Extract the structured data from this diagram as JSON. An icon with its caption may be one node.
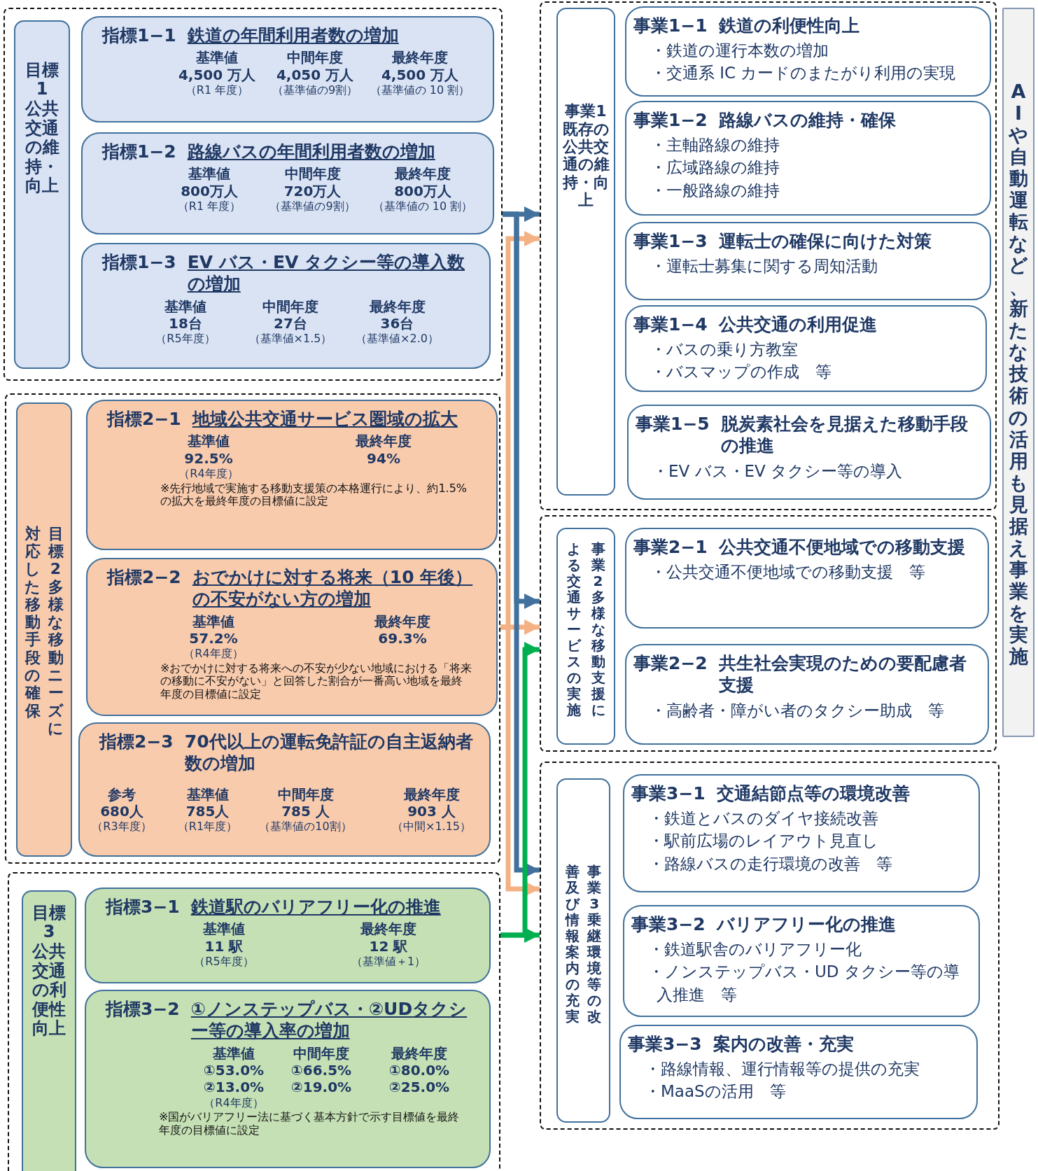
{
  "diagram": {
    "nodes": [
      {
        "text": [],
        "shape": "box"
      },
      {
        "text": [
          "目標1　公共交通の維持・向上"
        ],
        "in": 0
      },
      {
        "text": [
          "指標1−1",
          "鉄道の年間利用者数の増加",
          "基準値",
          "4,500 万人",
          "（R1 年度）",
          "中間年度",
          "4,050 万人",
          "（基準値の9割）",
          "最終年度",
          "4,500 万人",
          "（基準値の 10 割）"
        ],
        "in": 0
      },
      {
        "text": [
          "指標1−2",
          "路線バスの年間利用者数の増加",
          "基準値",
          "800万人",
          "（R1 年度）",
          "中間年度",
          "720万人",
          "（基準値の9割）",
          "最終年度",
          "800万人",
          "（基準値の 10 割）"
        ],
        "in": 0
      },
      {
        "text": [
          "指標1−3",
          "EV バス・EV タクシー等の導入数の増加",
          "基準値",
          "18台",
          "（R5年度）",
          "中間年度",
          "27台",
          "（基準値×1.5）",
          "最終年度",
          "36台",
          "（基準値×2.0）"
        ],
        "in": 0
      },
      {
        "text": [],
        "shape": "box"
      },
      {
        "text": [
          "目標2　多様な移動ニーズに対応した移動手段の確保"
        ],
        "in": 5
      },
      {
        "text": [
          "指標2−1",
          "地域公共交通サービス圏域の拡大",
          "基準値",
          "92.5%",
          "（R4年度）",
          "最終年度",
          "94%",
          "※先行地域で実施する移動支援策の本格運行により、約1.5%の拡大を最終年度の目標値に設定"
        ],
        "in": 5
      },
      {
        "text": [
          "指標2−2",
          "おでかけに対する将来（10 年後）の不安がない方の増加",
          "基準値",
          "57.2%",
          "（R4年度）",
          "最終年度",
          "69.3%",
          "※おでかけに対する将来への不安が少ない地域における「将来の移動に不安がない」と回答した割合が一番高い地域を最終年度の目標値に設定"
        ],
        "in": 5
      },
      {
        "text": [
          "指標2−3",
          "70代以上の運転免許証の自主返納者数の増加",
          "参考",
          "680人",
          "（R3年度）",
          "基準値",
          "785人",
          "（R1年度）",
          "中間年度",
          "785 人",
          "（基準値の10割）",
          "最終年度",
          "903 人",
          "（中間×1.15）"
        ],
        "in": 5
      },
      {
        "text": [],
        "shape": "box"
      },
      {
        "text": [
          "目標3　公共交通の利便性向上"
        ],
        "in": 10
      },
      {
        "text": [
          "指標3−1",
          "鉄道駅のバリアフリー化の推進",
          "基準値",
          "11 駅",
          "（R5年度）",
          "最終年度",
          "12 駅",
          "（基準値＋1）"
        ],
        "in": 10
      },
      {
        "text": [
          "指標3−2",
          "①ノンステップバス・②UDタクシー等の導入率の増加",
          "基準値",
          "①53.0%",
          "②13.0%",
          "（R4年度）",
          "中間年度",
          "①66.5%",
          "②19.0%",
          "最終年度",
          "①80.0%",
          "②25.0%",
          "※国がバリアフリー法に基づく基本方針で示す目標値を最終年度の目標値に設定"
        ],
        "in": 10
      },
      {
        "text": [],
        "shape": "box"
      },
      {
        "text": [
          "事業1　既存の公共交通の維持・向上"
        ],
        "in": 14
      },
      {
        "text": [
          "事業1−1",
          "鉄道の利便性向上",
          "・鉄道の運行本数の増加",
          "・交通系 IC カードのまたがり利用の実現"
        ],
        "in": 14
      },
      {
        "text": [
          "事業1−2",
          "路線バスの維持・確保",
          "・主軸路線の維持",
          "・広域路線の維持",
          "・一般路線の維持"
        ],
        "in": 14
      },
      {
        "text": [
          "事業1−3",
          "運転士の確保に向けた対策",
          "・運転士募集に関する周知活動"
        ],
        "in": 14
      },
      {
        "text": [
          "事業1−4",
          "公共交通の利用促進",
          "・バスの乗り方教室",
          "・バスマップの作成　等"
        ],
        "in": 14
      },
      {
        "text": [
          "事業1−5",
          "脱炭素社会を見据えた移動手段の推進",
          "・EV バス・EV タクシー等の導入"
        ],
        "in": 14
      },
      {
        "text": [],
        "shape": "box"
      },
      {
        "text": [
          "事業2　多様な移動支援による交通サービスの実施"
        ],
        "in": 21
      },
      {
        "text": [
          "事業2−1",
          "公共交通不便地域での移動支援",
          "・公共交通不便地域での移動支援　等"
        ],
        "in": 21
      },
      {
        "text": [
          "事業2−2",
          "共生社会実現のための要配慮者支援",
          "・高齢者・障がい者のタクシー助成　等"
        ],
        "in": 21
      },
      {
        "text": [],
        "shape": "box"
      },
      {
        "text": [
          "事業3　乗継環境等の改善及び情報案内の充実"
        ],
        "in": 25
      },
      {
        "text": [
          "事業3−1",
          "交通結節点等の環境改善",
          "・鉄道とバスのダイヤ接続改善",
          "・駅前広場のレイアウト見直し",
          "・路線バスの走行環境の改善　等"
        ],
        "in": 25
      },
      {
        "text": [
          "事業3−2",
          "バリアフリー化の推進",
          "・鉄道駅舎のバリアフリー化",
          "・ノンステップバス・UD タクシー等の導入推進　等"
        ],
        "in": 25
      },
      {
        "text": [
          "事業3−3",
          "案内の改善・充実",
          "・路線情報、運行情報等の提供の充実",
          "・MaaSの活用　等"
        ],
        "in": 25
      },
      {
        "text": [
          "AIや自動運転など、新たな技術の活用も見据え事業を実施"
        ]
      }
    ],
    "edges": [
      {
        "from": 0,
        "to": 14,
        "arrow": "to",
        "color": "#41719c"
      },
      {
        "from": 0,
        "to": 21,
        "arrow": "to",
        "color": "#41719c"
      },
      {
        "from": 0,
        "to": 25,
        "arrow": "to",
        "color": "#41719c"
      },
      {
        "from": 5,
        "to": 14,
        "arrow": "to",
        "color": "#f4b183"
      },
      {
        "from": 5,
        "to": 21,
        "arrow": "to",
        "color": "#f4b183"
      },
      {
        "from": 5,
        "to": 25,
        "arrow": "to",
        "color": "#f4b183"
      },
      {
        "from": 10,
        "to": 21,
        "arrow": "to",
        "color": "#00b050"
      },
      {
        "from": 10,
        "to": 25,
        "arrow": "to",
        "color": "#00b050"
      }
    ]
  }
}
